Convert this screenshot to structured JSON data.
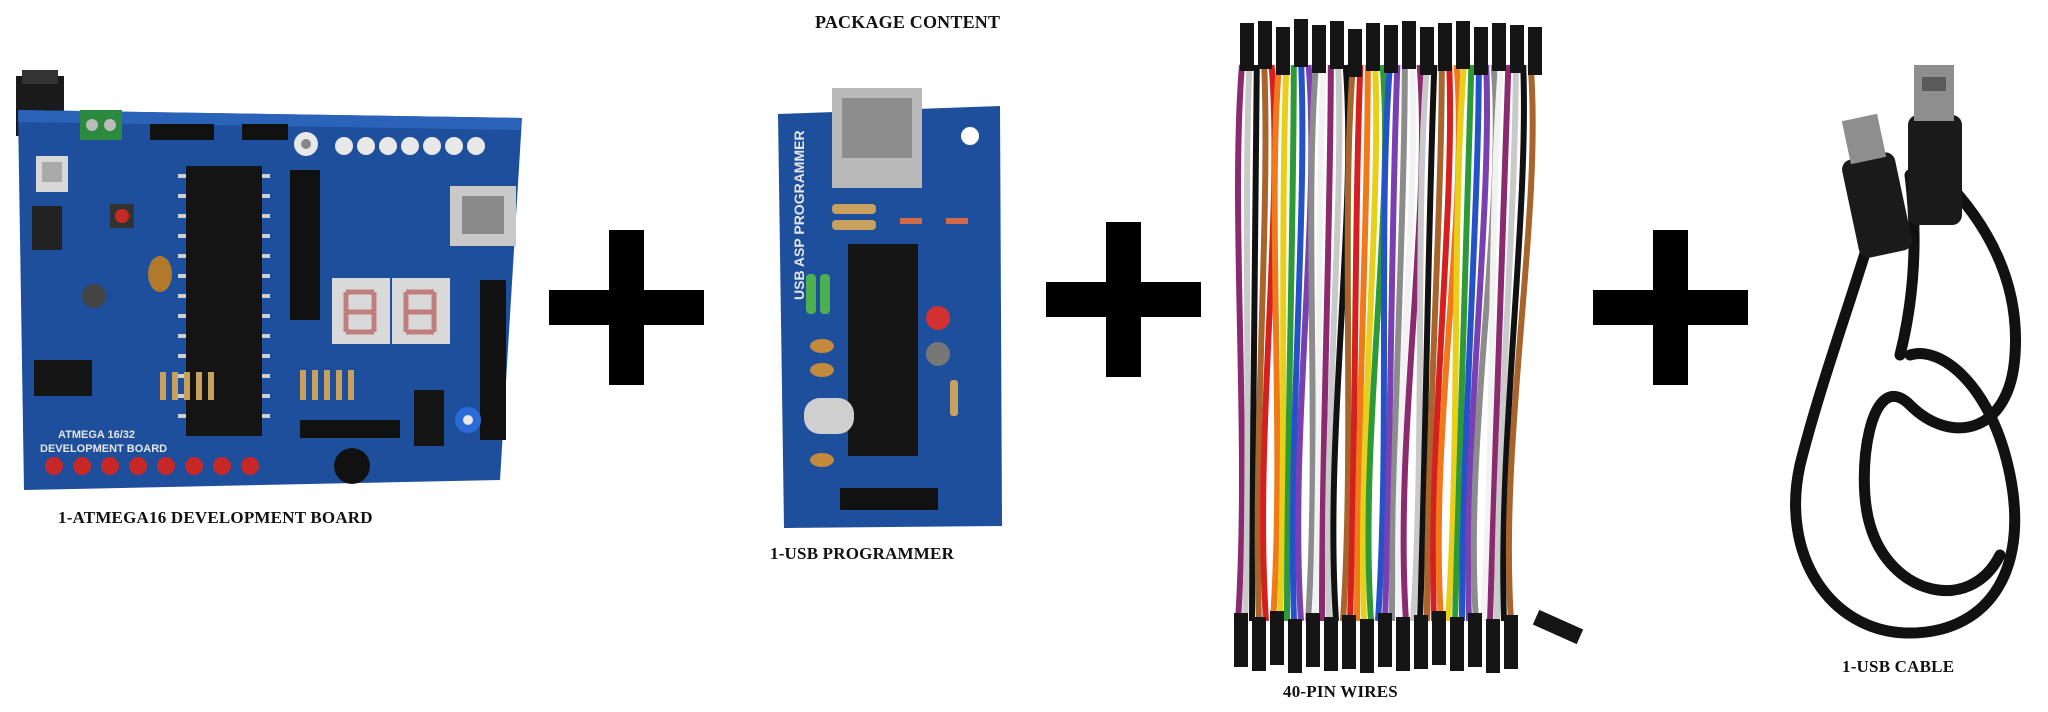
{
  "title": "PACKAGE CONTENT",
  "items": [
    {
      "caption": "1-ATMEGA16 DEVELOPMENT BOARD",
      "board_label_1": "ATMEGA 16/32",
      "board_label_2": "DEVELOPMENT BOARD"
    },
    {
      "caption": "1-USB PROGRAMMER",
      "board_label": "USB ASP PROGRAMMER"
    },
    {
      "caption": "40-PIN WIRES"
    },
    {
      "caption": "1-USB CABLE"
    }
  ],
  "colors": {
    "pcb": "#1d4f9c",
    "pcb_dark": "#12366f",
    "ic": "#151515",
    "plus": "#000000",
    "cable": "#111111"
  },
  "wire_colors": [
    "#8b2a6e",
    "#c9c9c9",
    "#111111",
    "#a8642a",
    "#d62020",
    "#f07a1a",
    "#e8cf1a",
    "#2d9a3a",
    "#2452c8",
    "#7a3fb0",
    "#8c8c8c",
    "#f2f2f2"
  ]
}
